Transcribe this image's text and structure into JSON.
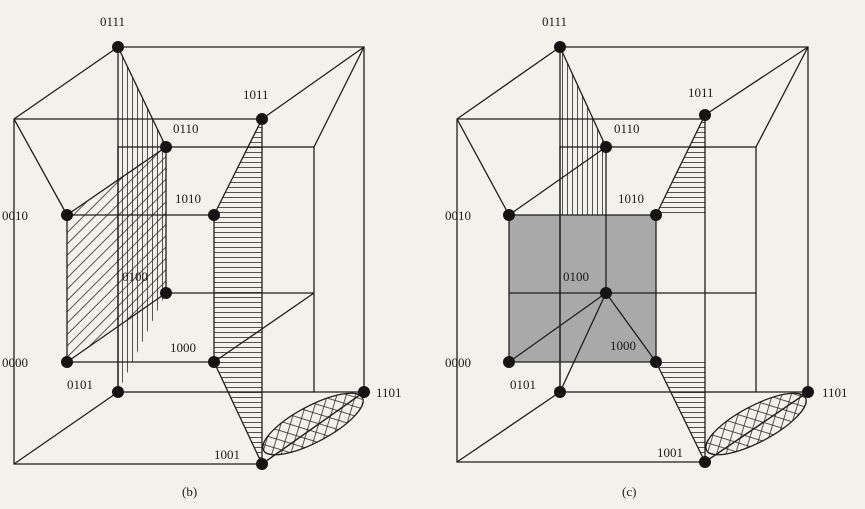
{
  "figure_b": {
    "caption": "(b)",
    "labels": {
      "n0111": "0111",
      "n1011": "1011",
      "n0110": "0110",
      "n1010": "1010",
      "n0010": "0010",
      "n0100": "0100",
      "n0000": "0000",
      "n1000": "1000",
      "n0101": "0101",
      "n1101": "1101",
      "n1001": "1001"
    }
  },
  "figure_c": {
    "caption": "(c)",
    "labels": {
      "n0111": "0111",
      "n1011": "1011",
      "n0110": "0110",
      "n1010": "1010",
      "n0010": "0010",
      "n0100": "0100",
      "n0000": "0000",
      "n1000": "1000",
      "n0101": "0101",
      "n1101": "1101",
      "n1001": "1001"
    }
  },
  "colors": {
    "line": "#1f1f1f",
    "node": "#141414",
    "shaded_face": "#a9a9a9",
    "background": "#f3f1ec"
  }
}
